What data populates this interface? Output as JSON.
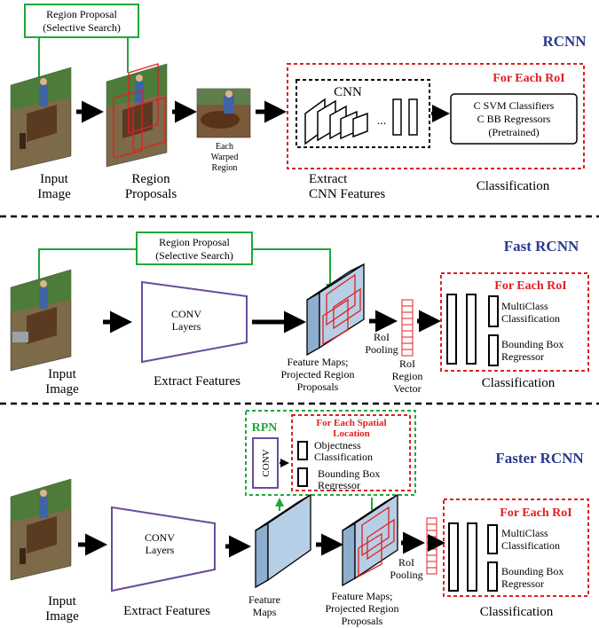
{
  "colors": {
    "title": "#2b3a8f",
    "green": "#1fa83b",
    "red": "#e02020",
    "purple": "#6a4c9c",
    "fmap_fill": "#b7cfe6",
    "stroke": "#000000"
  },
  "rcnn": {
    "title": "RCNN",
    "rp_line1": "Region Proposal",
    "rp_line2": "(Selective Search)",
    "input_1": "Input",
    "input_2": "Image",
    "props_1": "Region",
    "props_2": "Proposals",
    "warp_1": "Each",
    "warp_2": "Warped",
    "warp_3": "Region",
    "cnn": "CNN",
    "dots": "...",
    "roi": "For Each RoI",
    "svm_1": "C SVM Classifiers",
    "svm_2": "C BB Regressors",
    "svm_3": "(Pretrained)",
    "extract_1": "Extract",
    "extract_2": "CNN Features",
    "classification": "Classification"
  },
  "fast": {
    "title": "Fast RCNN",
    "rp_line1": "Region Proposal",
    "rp_line2": "(Selective Search)",
    "input_1": "Input",
    "input_2": "Image",
    "conv_1": "CONV",
    "conv_2": "Layers",
    "extract": "Extract Features",
    "fmap_1": "Feature Maps;",
    "fmap_2": "Projected Region",
    "fmap_3": "Proposals",
    "pool_1": "RoI",
    "pool_2": "Pooling",
    "vec_1": "RoI",
    "vec_2": "Region",
    "vec_3": "Vector",
    "roi": "For Each RoI",
    "mc_1": "MultiClass",
    "mc_2": "Classification",
    "bb_1": "Bounding Box",
    "bb_2": "Regressor",
    "classification": "Classification"
  },
  "faster": {
    "title": "Faster RCNN",
    "rpn": "RPN",
    "conv_small": "CONV",
    "spatial_1": "For Each Spatial",
    "spatial_2": "Location",
    "obj_1": "Objectness",
    "obj_2": "Classification",
    "bb_1": "Bounding Box",
    "bb_2": "Regressor",
    "input_1": "Input",
    "input_2": "Image",
    "conv_1": "CONV",
    "conv_2": "Layers",
    "extract": "Extract Features",
    "fm_1": "Feature",
    "fm_2": "Maps",
    "fmap_1": "Feature Maps;",
    "fmap_2": "Projected Region",
    "fmap_3": "Proposals",
    "pool_1": "RoI",
    "pool_2": "Pooling",
    "roi": "For Each RoI",
    "mc_1": "MultiClass",
    "mc_2": "Classification",
    "bb2_1": "Bounding Box",
    "bb2_2": "Regressor",
    "classification": "Classification"
  }
}
